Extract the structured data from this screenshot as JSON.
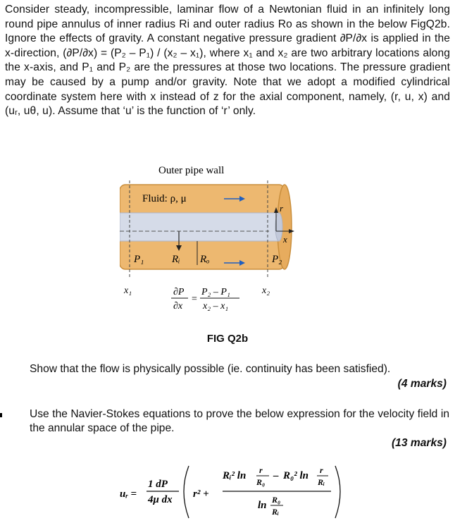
{
  "intro": "Consider steady, incompressible, laminar flow of a Newtonian fluid in an infinitely long round pipe annulus of inner radius Ri and outer radius Ro as shown in the below FigQ2b. Ignore the effects of gravity. A constant negative pressure gradient ∂P/∂x is applied in the x-direction, (∂P/∂x) = (P₂ – P₁) / (x₂ – x₁), where x₁ and x₂ are two arbitrary locations along the x-axis, and P₁ and P₂ are the pressures at those two locations. The pressure gradient may be caused by a pump and/or gravity. Note that we adopt a modified cylindrical coordinate system here with x instead of z for the axial component, namely, (r, u, x) and (uᵣ, uθ, u). Assume that ‘u’ is the function of ‘r’ only.",
  "figure": {
    "outer_wall_label": "Outer pipe wall",
    "fluid_label": "Fluid: ρ, μ",
    "p1_label": "P₁",
    "p2_label": "P₂",
    "ri_label": "Rᵢ",
    "ro_label": "Rₒ",
    "x1_label": "x₁",
    "x2_label": "x₂",
    "r_axis_label": "r",
    "x_axis_label": "x",
    "gradient_lhs_num": "∂P",
    "gradient_lhs_den": "∂x",
    "gradient_eq": "=",
    "gradient_rhs_num": "P₂ – P₁",
    "gradient_rhs_den": "x₂ – x₁",
    "caption": "FIG Q2b",
    "colors": {
      "pipe": "#EDB870",
      "pipe_edge": "#C98E3C",
      "core": "#D5DBE8",
      "arrow": "#1F5FBF"
    }
  },
  "question1": {
    "text": "Show that the flow is physically possible (ie. continuity has been satisfied).",
    "marks": "(4 marks)"
  },
  "question2": {
    "text": "Use the Navier-Stokes equations to prove the below expression for the velocity field in the annular space of the pipe.",
    "marks": "(13 marks)"
  },
  "equation": {
    "lhs": "uᵣ =",
    "coef_num": "1 dP",
    "coef_den": "4μ dx",
    "r2": "r² +",
    "term1": "Rᵢ² ln",
    "frac1_num": "r",
    "frac1_den": "R₀",
    "minus": "–",
    "term2": "R₀² ln",
    "frac2_num": "r",
    "frac2_den": "Rᵢ",
    "den_ln": "ln",
    "frac3_num": "R₀",
    "frac3_den": "Rᵢ"
  }
}
